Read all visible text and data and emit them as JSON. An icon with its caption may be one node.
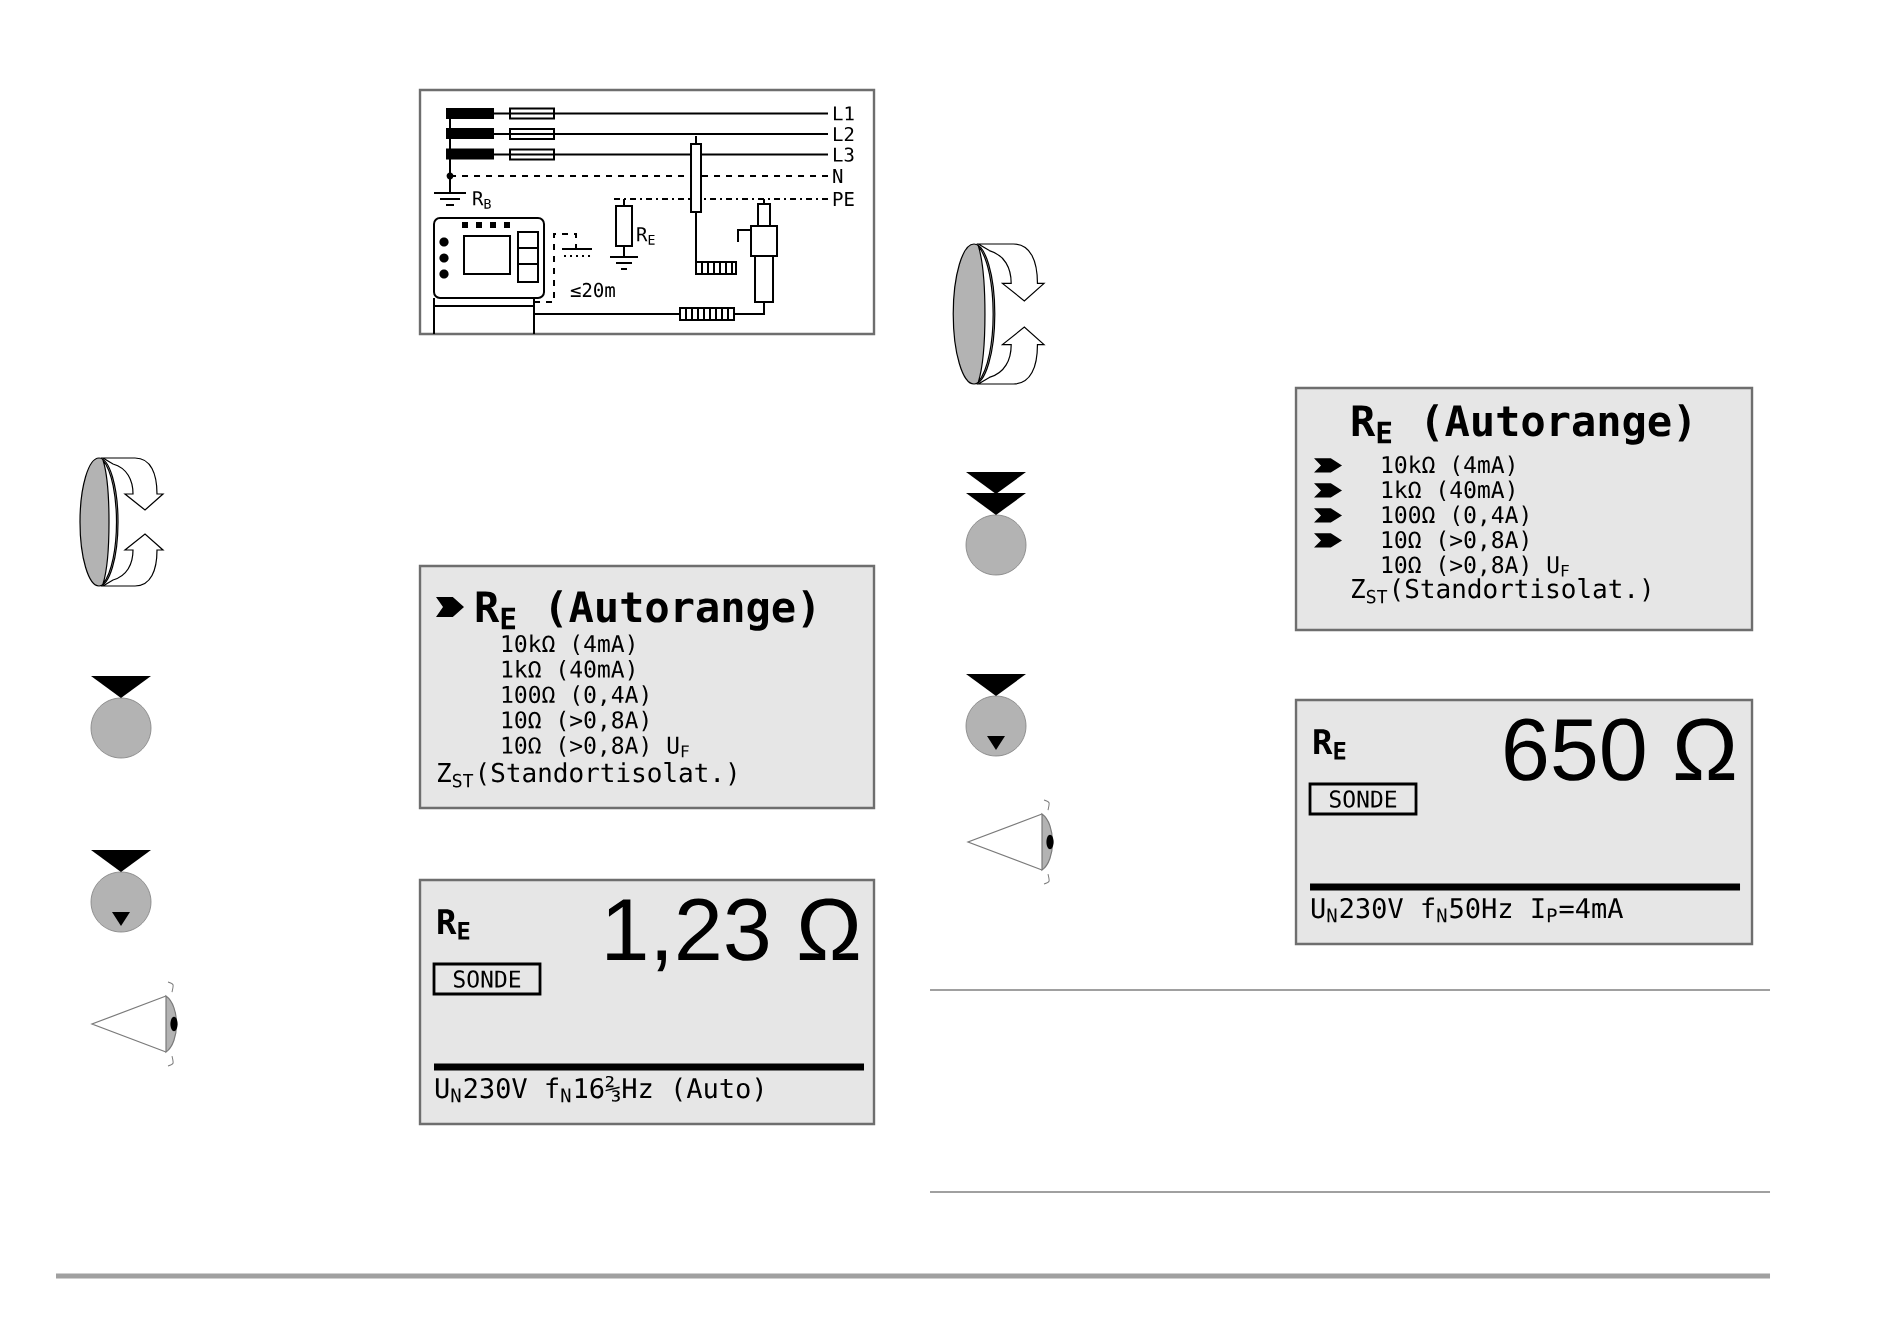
{
  "diagram": {
    "nodes": [
      {
        "text": [
          "L1",
          "L2",
          "L3",
          "N",
          "PE",
          "R$_{B}$",
          "R$_{E}$",
          "≤20m"
        ]
      },
      {
        "text": [
          "R$_{E}$ (Autorange)",
          "10kΩ (4mA)",
          "1kΩ (40mA)",
          "100Ω (0,4A)",
          "10Ω (>0,8A)",
          "10Ω (>0,8A) U$_{F}$",
          "Z$_{ST}$(Standortisolat.)"
        ]
      },
      {
        "text": [
          "R$_{E}$",
          "1,23 Ω",
          "U$_{N}$230V f$_{N}$16⅔Hz (Auto)"
        ]
      },
      {
        "text": [
          "SONDE"
        ],
        "in": 2
      },
      {
        "text": [
          "R$_{E}$ (Autorange)",
          "10kΩ (4mA)",
          "1kΩ (40mA)",
          "100Ω (0,4A)",
          "10Ω (>0,8A)",
          "10Ω (>0,8A) U$_{F}$",
          "Z$_{ST}$(Standortisolat.)"
        ]
      },
      {
        "text": [
          "R$_{E}$",
          "650 Ω",
          "U$_{N}$230V f$_{N}$50Hz I$_{P}$=4mA"
        ]
      },
      {
        "text": [
          "SONDE"
        ],
        "in": 5
      }
    ]
  }
}
